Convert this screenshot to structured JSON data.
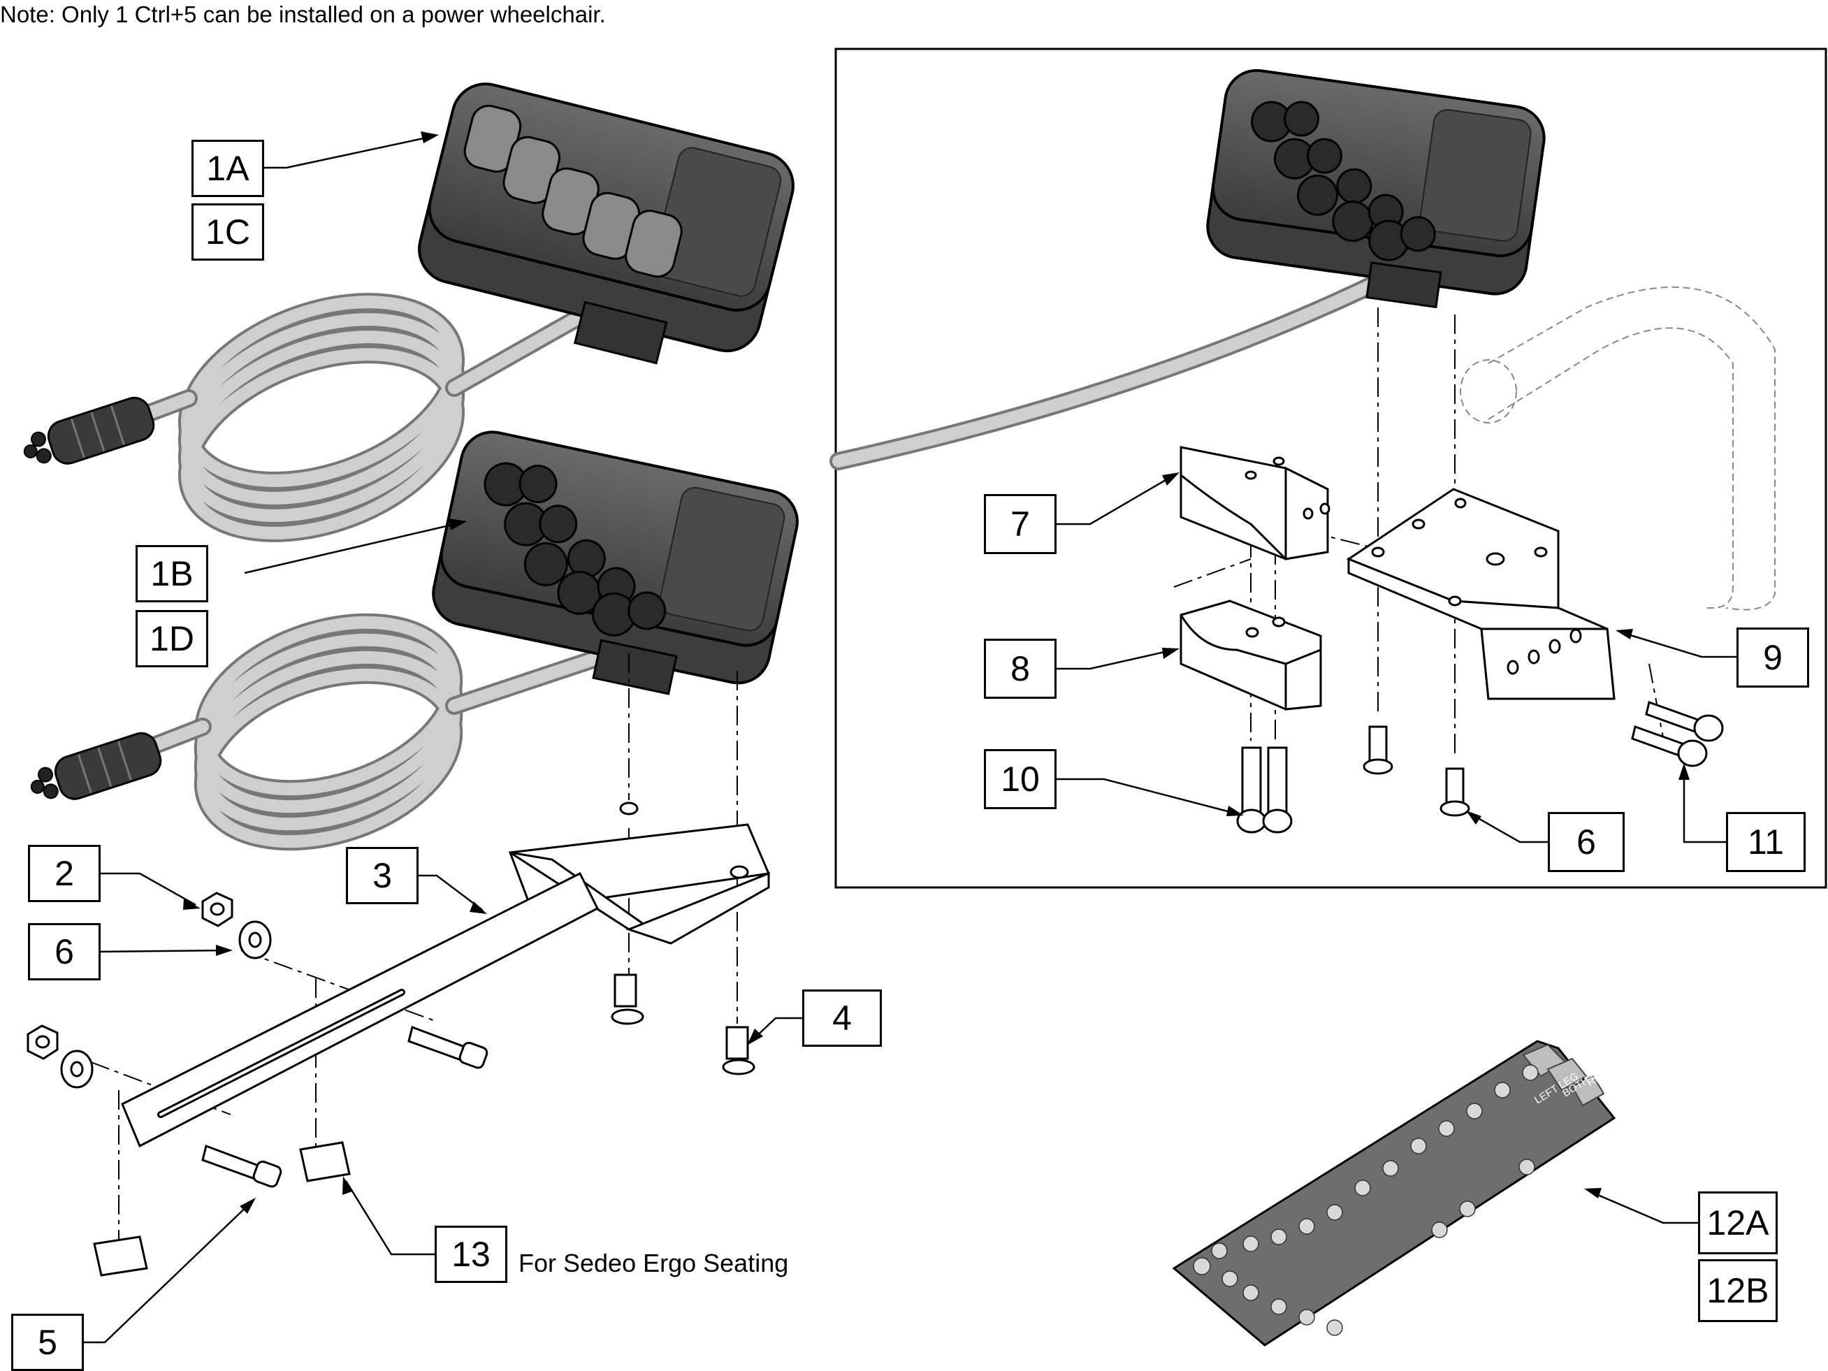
{
  "note": "Note: Only 1 Ctrl+5 can be installed on a power wheelchair.",
  "callouts": {
    "c1A": "1A",
    "c1C": "1C",
    "c1B": "1B",
    "c1D": "1D",
    "c2": "2",
    "c3": "3",
    "c4": "4",
    "c5": "5",
    "c6_left": "6",
    "c13": "13",
    "c7": "7",
    "c8": "8",
    "c9": "9",
    "c10": "10",
    "c6_right": "6",
    "c11": "11",
    "c12A": "12A",
    "c12B": "12B"
  },
  "captions": {
    "sedeo": "For Sedeo Ergo Seating"
  },
  "label_sheet_text": {
    "left_leg": "LEFT LEG",
    "both_legs": "BOTH LEGS",
    "right_leg": "RIGHT LEG"
  },
  "colors": {
    "line": "#000000",
    "housing": "#555555",
    "cable": "#c8c8c8",
    "sheet": "#6e6e6e"
  }
}
